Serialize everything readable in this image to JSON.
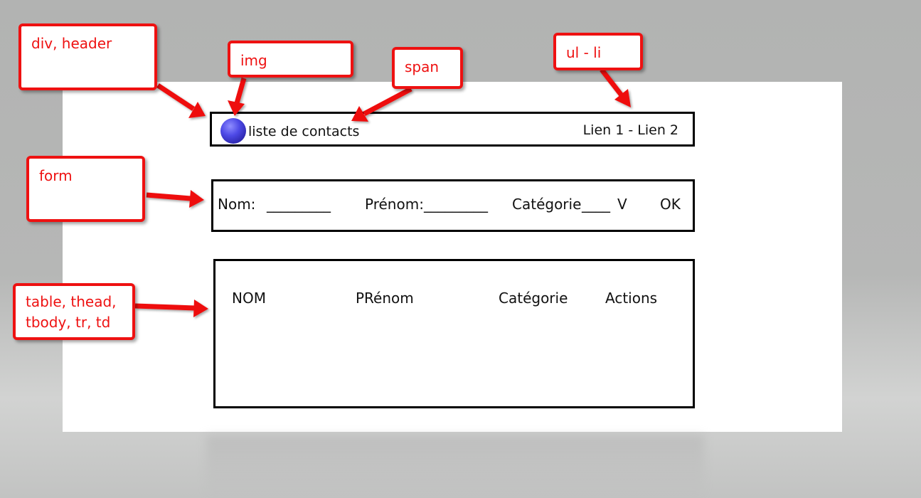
{
  "callouts": {
    "header": "div, header",
    "img": "img",
    "span": "span",
    "ul": "ul - li",
    "form": "form",
    "table": "table, thead, tbody, tr, td"
  },
  "mockup": {
    "header": {
      "title": "liste de contacts",
      "links": [
        "Lien 1",
        "Lien 2"
      ],
      "separator": " - "
    },
    "form": {
      "nom_label": "Nom:",
      "nom_blank": "_________",
      "prenom_label": "Prénom:",
      "prenom_blank": "_________",
      "categorie_label": "Catégorie",
      "categorie_blank": "____",
      "dropdown_marker": "V",
      "submit": "OK"
    },
    "table": {
      "headers": [
        "NOM",
        "PRénom",
        "Catégorie",
        "Actions"
      ]
    }
  },
  "colors": {
    "callout": "#ee1111",
    "logo": "#4d49e6"
  }
}
